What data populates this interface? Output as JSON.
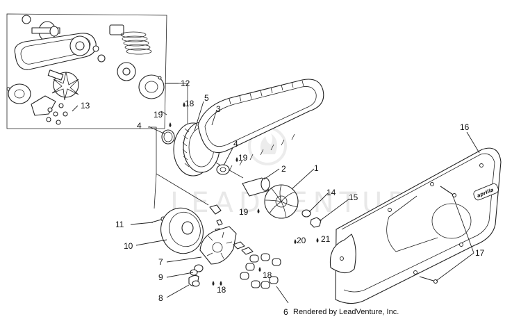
{
  "callouts": [
    {
      "id": "1",
      "label": "1"
    },
    {
      "id": "2",
      "label": "2"
    },
    {
      "id": "3",
      "label": "3"
    },
    {
      "id": "4a",
      "label": "4"
    },
    {
      "id": "4b",
      "label": "4"
    },
    {
      "id": "5",
      "label": "5"
    },
    {
      "id": "6",
      "label": "6"
    },
    {
      "id": "7",
      "label": "7"
    },
    {
      "id": "8",
      "label": "8"
    },
    {
      "id": "9",
      "label": "9"
    },
    {
      "id": "10",
      "label": "10"
    },
    {
      "id": "11",
      "label": "11"
    },
    {
      "id": "12",
      "label": "12"
    },
    {
      "id": "13",
      "label": "13"
    },
    {
      "id": "14",
      "label": "14"
    },
    {
      "id": "15",
      "label": "15"
    },
    {
      "id": "16",
      "label": "16"
    },
    {
      "id": "17",
      "label": "17"
    },
    {
      "id": "18a",
      "label": "18"
    },
    {
      "id": "18b",
      "label": "18"
    },
    {
      "id": "18c",
      "label": "18"
    },
    {
      "id": "19a",
      "label": "19"
    },
    {
      "id": "19b",
      "label": "19"
    },
    {
      "id": "19c",
      "label": "19"
    },
    {
      "id": "20",
      "label": "20"
    },
    {
      "id": "21",
      "label": "21"
    }
  ],
  "credit": "Rendered by LeadVenture, Inc.",
  "watermark": "LEADVENTURE",
  "cover_brand": "aprilia"
}
